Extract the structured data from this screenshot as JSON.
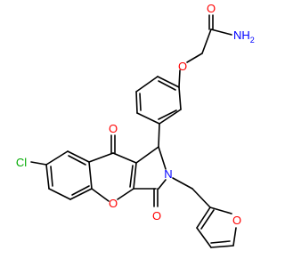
{
  "colors": {
    "bond": "#000000",
    "oxygen": "#ff0000",
    "nitrogen": "#0000ff",
    "chlorine": "#00aa00",
    "background": "#ffffff"
  },
  "atom_labels": {
    "amide_o": "O",
    "amide_n": "NH",
    "amide_n_sub": "2",
    "ether_o": "O",
    "chlorine": "Cl",
    "ketone_top_o": "O",
    "ring_o": "O",
    "ketone_bottom_o": "O",
    "pyrrole_n": "N",
    "furan_o": "O"
  }
}
